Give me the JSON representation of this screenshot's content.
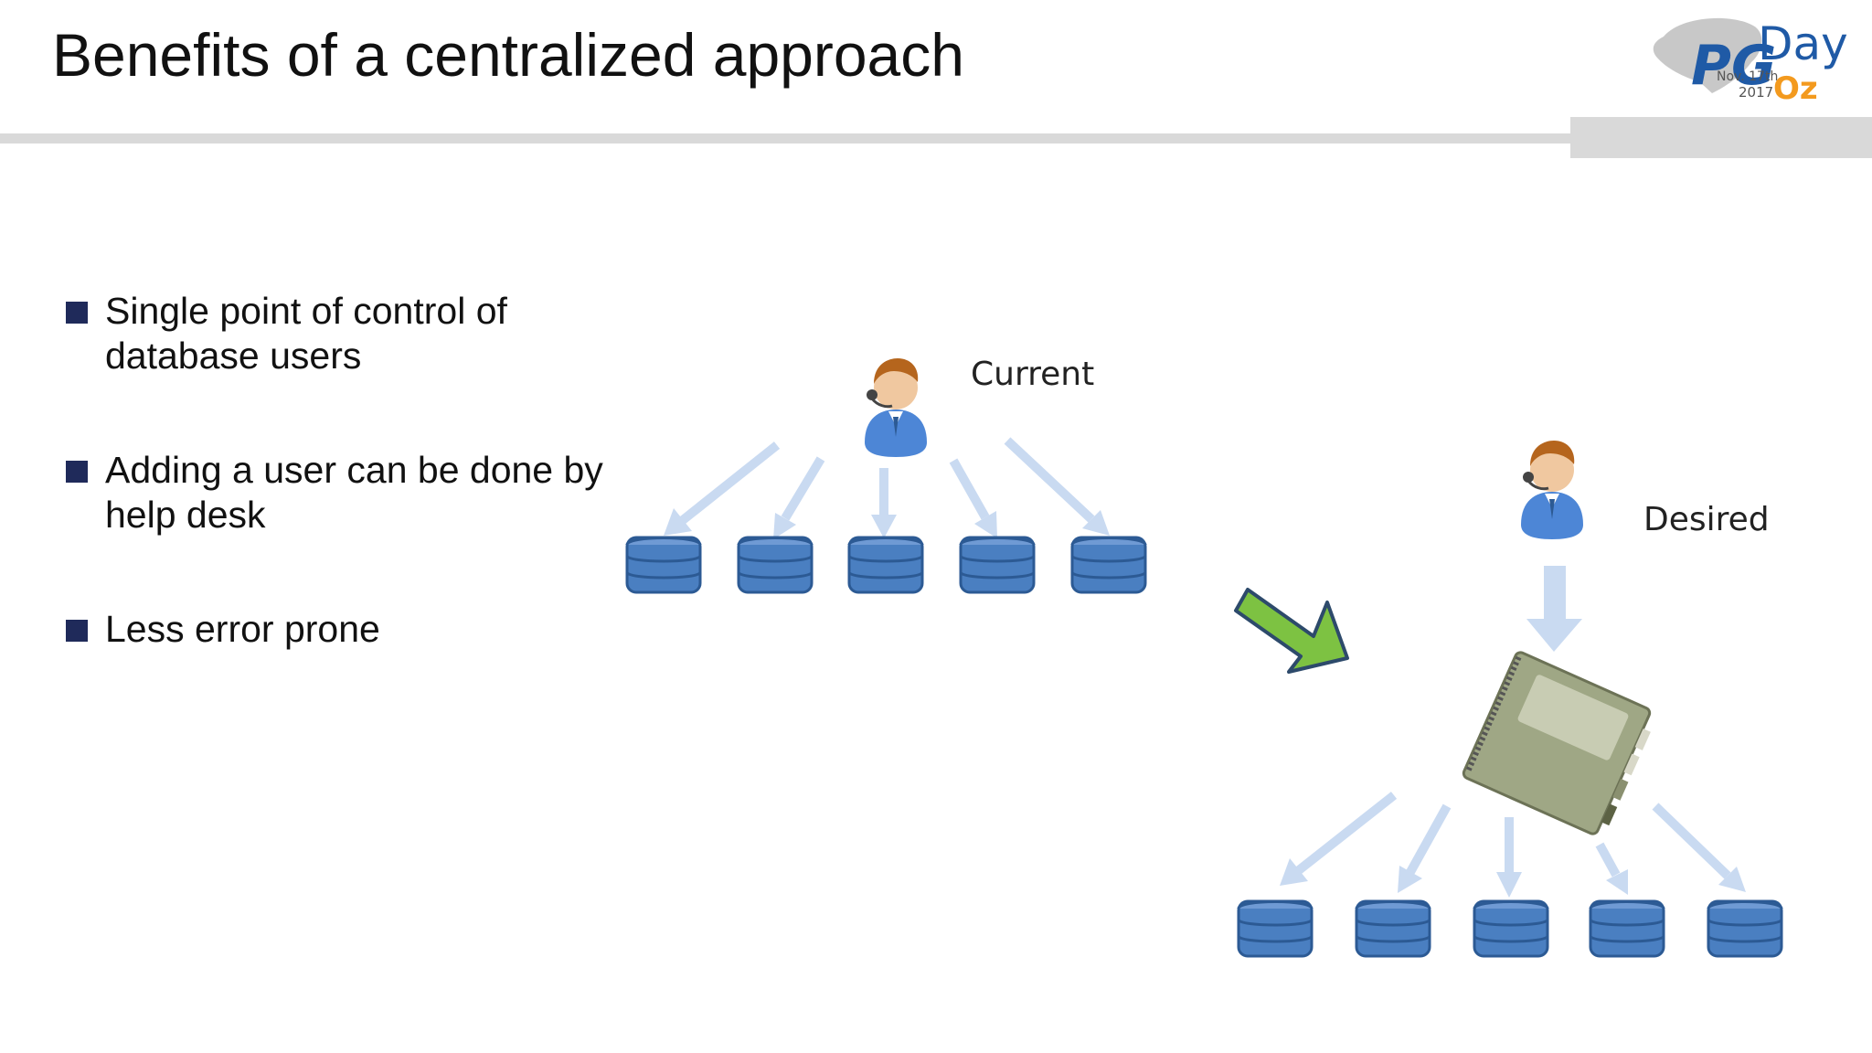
{
  "slide": {
    "title": "Benefits of a centralized approach"
  },
  "logo": {
    "word_pg": "PG",
    "word_day": "Day",
    "date_line": "Nov. 17th",
    "year": "2017",
    "word_oz": "Oz"
  },
  "bullets": [
    {
      "line1": "Single point of control of",
      "line2": "database users"
    },
    {
      "line1": "Adding a user can be done by",
      "line2": "help desk"
    },
    {
      "line1": "Less error prone",
      "line2": ""
    }
  ],
  "diagram": {
    "current_label": "Current",
    "desired_label": "Desired",
    "colors": {
      "db_fill": "#4a7fc1",
      "db_stroke": "#2c5a94",
      "arrow": "#c9daf1",
      "transition_arrow": "#7dc242",
      "book": "#9fa785",
      "person_shirt": "#4d86d6",
      "person_skin": "#f0c8a0",
      "person_hair": "#b5651d"
    }
  }
}
